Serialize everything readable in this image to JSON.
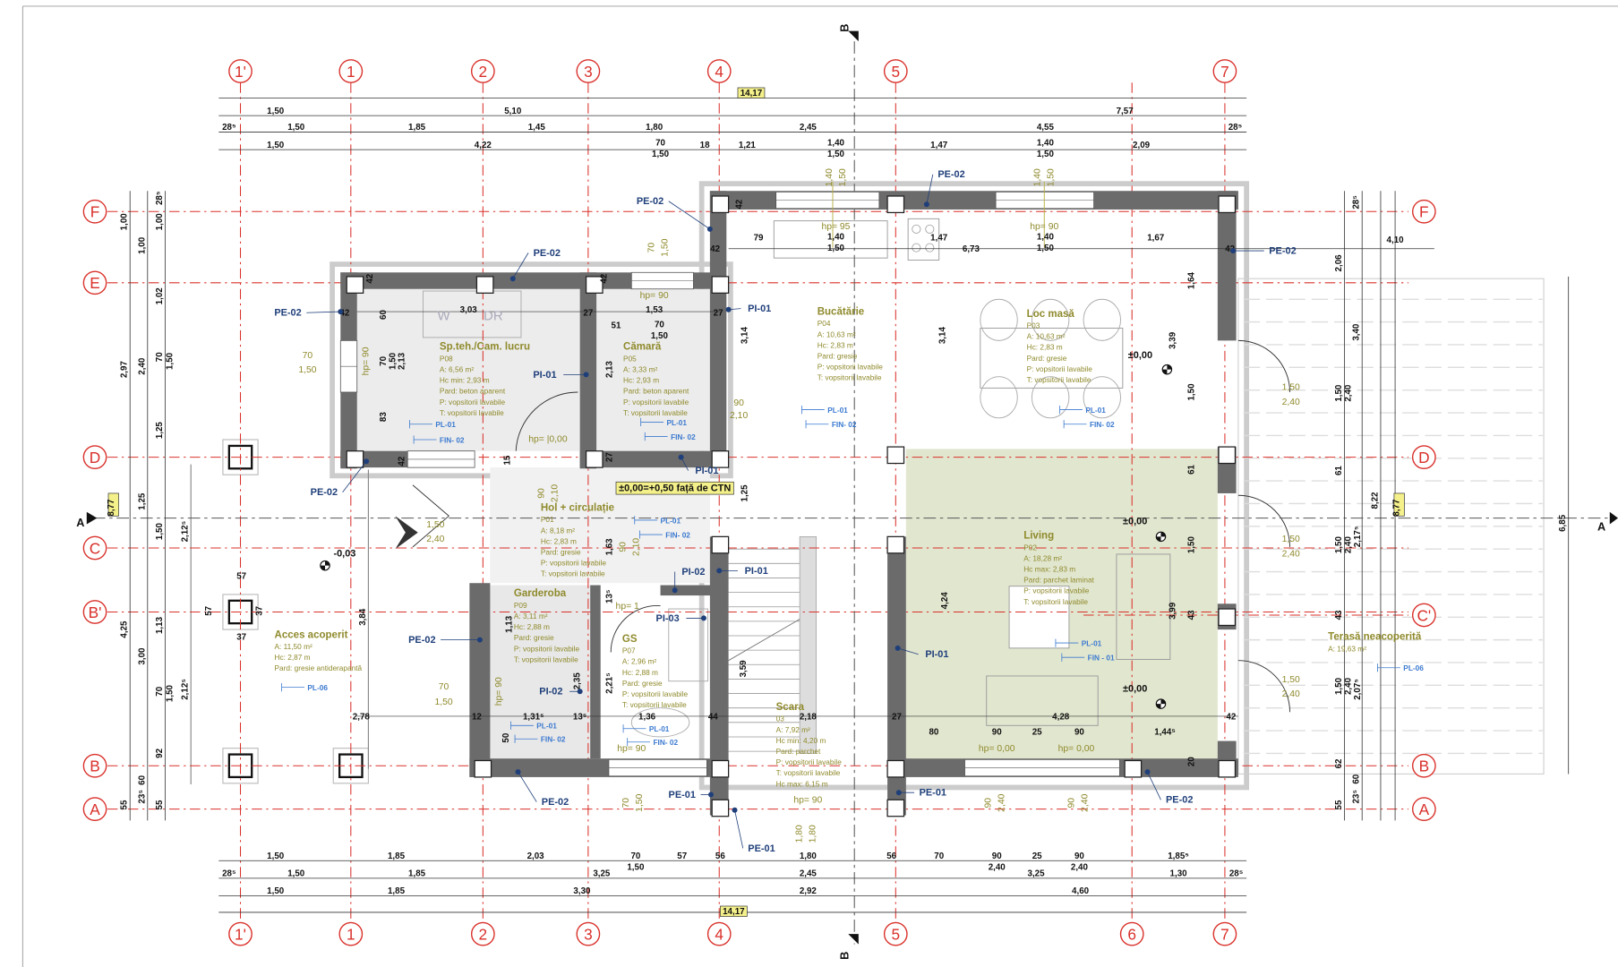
{
  "colors": {
    "grid": "#d9302a",
    "wall": "#6b6b6b",
    "living_floor": "#e1e6cf",
    "room_text": "#8f8a2c",
    "wall_tag": "#1f3f7a",
    "finish_tag": "#3c7ad0"
  },
  "grid": {
    "top": [
      "1'",
      "1",
      "2",
      "3",
      "4",
      "5",
      "7"
    ],
    "bottom": [
      "1'",
      "1",
      "2",
      "3",
      "4",
      "5",
      "6",
      "7"
    ],
    "left": [
      "F",
      "E",
      "D",
      "C",
      "B'",
      "B",
      "A"
    ],
    "right": [
      "F",
      "D",
      "C'",
      "B",
      "A"
    ]
  },
  "sections": {
    "a_left": "A",
    "a_right": "A",
    "b_top": "B",
    "b_bottom": "B"
  },
  "totals": {
    "top": "14,17",
    "bottom": "14,17",
    "left": "8,77",
    "right": "8,77"
  },
  "note": "±0,00=+0,50 față de CTN",
  "levels": [
    "±0,00",
    "±0,00",
    "±0,00",
    "-0,03"
  ],
  "dimensions": {
    "top": [
      "1,50",
      "5,10",
      "7,57",
      "28⁵",
      "1,50",
      "1,85",
      "1,45",
      "1,80",
      "2,45",
      "4,55",
      "28⁵",
      "1,50",
      "4,22",
      "70",
      "1,50",
      "18",
      "1,21",
      "1,40",
      "1,50",
      "1,47",
      "1,40",
      "1,50",
      "2,09"
    ],
    "bottom": [
      "1,50",
      "1,85",
      "2,03",
      "70",
      "1,50",
      "57",
      "56",
      "1,80",
      "56",
      "70",
      "90",
      "2,40",
      "25",
      "90",
      "2,40",
      "1,85⁵",
      "28⁵",
      "1,50",
      "1,85",
      "3,25",
      "2,45",
      "3,25",
      "1,30",
      "28⁵",
      "1,50",
      "1,85",
      "3,30",
      "2,92",
      "4,60"
    ],
    "left": [
      "1,00",
      "2,97",
      "4,25",
      "55",
      "1,00",
      "2,40",
      "1,25",
      "3,00",
      "60",
      "23⁵",
      "28⁵",
      "1,00",
      "1,02",
      "70",
      "1,50",
      "1,25",
      "1,50",
      "1,13",
      "70",
      "1,50",
      "92",
      "55",
      "2,12⁵",
      "2,12⁵"
    ],
    "right": [
      "2,06",
      "1,50",
      "2,40",
      "61",
      "1,50",
      "2,40",
      "43",
      "1,50",
      "2,40",
      "62",
      "55",
      "28⁵",
      "3,40",
      "2,17⁵",
      "2,07⁵",
      "60",
      "23⁵",
      "8,22",
      "6,85",
      "4,10"
    ],
    "interior": [
      "42",
      "42",
      "42",
      "42",
      "79",
      "1,40",
      "1,50",
      "1,47",
      "6,73",
      "1,40",
      "1,50",
      "1,67",
      "42",
      "3,03",
      "1,53",
      "51",
      "70",
      "1,50",
      "27",
      "27",
      "42",
      "60",
      "70",
      "1,50",
      "2,13",
      "83",
      "2,13",
      "3,14",
      "3,14",
      "1,64",
      "3,39",
      "1,50",
      "42",
      "15",
      "27",
      "1,25",
      "1,63",
      "61",
      "1,50",
      "43",
      "3,99",
      "4,24",
      "1,13",
      "2,35",
      "2,21⁵",
      "13⁵",
      "3,59",
      "3,84",
      "2,78",
      "12",
      "1,31⁵",
      "13⁵",
      "1,36",
      "44",
      "2,18",
      "27",
      "4,28",
      "42",
      "80",
      "90",
      "25",
      "90",
      "1,44⁵",
      "50",
      "20",
      "57",
      "57",
      "37",
      "37"
    ],
    "openings": [
      "70",
      "1,50",
      "1,50",
      "2,40",
      "70",
      "1,50",
      "1,50",
      "2,40",
      "1,50",
      "2,40",
      "1,50",
      "2,40",
      "90",
      "2,10",
      "90",
      "2,10",
      "90",
      "2,10",
      "1,40",
      "1,50",
      "1,40",
      "1,50",
      "70",
      "1,50",
      "90",
      "2,40",
      "90",
      "2,40",
      "70",
      "1,50",
      "1,80",
      "1,80",
      "hp= 90",
      "hp= 90",
      "hp= 95",
      "hp= 90",
      "hp= |0,00",
      "hp=  1",
      "hp= 90",
      "hp= 90",
      "hp= 90",
      "hp= 0,00",
      "hp= 0,00"
    ]
  },
  "appliances": [
    "W",
    "DR"
  ],
  "rooms": [
    {
      "name": "Sp.teh./Cam. lucru",
      "lines": [
        "P08",
        "A: 6,56 m²",
        "Hc min: 2,93 m",
        "Pard: beton aparent",
        "P: vopsitorii lavabile",
        "T: vopsitorii lavabile"
      ]
    },
    {
      "name": "Cămară",
      "lines": [
        "P05",
        "A: 3,33 m²",
        "Hc: 2,93 m",
        "Pard: beton aparent",
        "P: vopsitorii lavabile",
        "T: vopsitorii lavabile"
      ]
    },
    {
      "name": "Bucătărie",
      "lines": [
        "P04",
        "A: 10,63 m²",
        "Hc: 2,83 m",
        "Pard: gresie",
        "P: vopsitorii lavabile",
        "T: vopsitorii lavabile"
      ]
    },
    {
      "name": "Loc masă",
      "lines": [
        "P03",
        "A: 10,63 m²",
        "Hc: 2,83 m",
        "Pard: gresie",
        "P: vopsitorii lavabile",
        "T: vopsitorii lavabile"
      ]
    },
    {
      "name": "Hol + circulație",
      "lines": [
        "P01",
        "A: 8,18 m²",
        "Hc: 2,83 m",
        "Pard: gresie",
        "P: vopsitorii lavabile",
        "T: vopsitorii lavabile"
      ]
    },
    {
      "name": "Garderoba",
      "lines": [
        "P09",
        "A: 3,11 m²",
        "Hc: 2,88 m",
        "Pard: gresie",
        "P: vopsitorii lavabile",
        "T: vopsitorii lavabile"
      ]
    },
    {
      "name": "GS",
      "lines": [
        "P07",
        "A: 2,96 m²",
        "Hc: 2,88 m",
        "Pard: gresie",
        "P: vopsitorii lavabile",
        "T: vopsitorii lavabile"
      ]
    },
    {
      "name": "Scara",
      "lines": [
        "03",
        "A: 7,92 m²",
        "Hc min: 4,20 m",
        "Pard: parchet",
        "P: vopsitorii lavabile",
        "T: vopsitorii lavabile",
        "Hc max: 6,15  m"
      ]
    },
    {
      "name": "Living",
      "lines": [
        "P02",
        "A: 18,28 m²",
        "Hc max: 2,83 m",
        "Pard: parchet laminat",
        "P: vopsitorii lavabile",
        "T: vopsitorii lavabile"
      ]
    },
    {
      "name": "Acces acoperit",
      "lines": [
        "A: 11,50 m²",
        "Hc: 2,87 m",
        "Pard: gresie antiderapantă"
      ]
    },
    {
      "name": "Terasă neacoperită",
      "lines": [
        "A: 19,63 m²"
      ]
    }
  ],
  "wall_tags": [
    "PE-02",
    "PE-02",
    "PE-02",
    "PE-02",
    "PE-02",
    "PE-02",
    "PE-02",
    "PE-02",
    "PE-02",
    "PI-01",
    "PI-01",
    "PI-01",
    "PI-01",
    "PI-01",
    "PI-02",
    "PI-02",
    "PI-03",
    "PE-01",
    "PE-01",
    "PE-01"
  ],
  "finish_tags": [
    "PL-01",
    "FIN- 02",
    "PL-01",
    "FIN- 02",
    "PL-01",
    "FIN- 02",
    "PL-01",
    "FIN- 02",
    "PL-01",
    "FIN- 02",
    "PL-01",
    "FIN- 02",
    "PL-01",
    "FIN- 02",
    "PL-01",
    "FIN - 01",
    "PL-06",
    "PL-06"
  ]
}
